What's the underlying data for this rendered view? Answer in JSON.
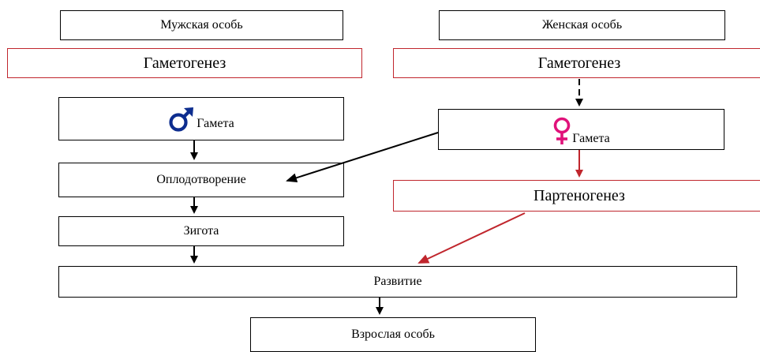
{
  "diagram": {
    "male": {
      "label": "Мужская особь"
    },
    "female": {
      "label": "Женская особь"
    },
    "gametogenesis_male": {
      "label": "Гаметогенез"
    },
    "gametogenesis_female": {
      "label": "Гаметогенез"
    },
    "male_gamete": {
      "label": "Гамета",
      "symbol": "male-symbol-icon",
      "symbol_color": "#0d2d8f"
    },
    "female_gamete": {
      "label": "Гамета",
      "symbol": "female-symbol-icon",
      "symbol_color": "#e0127a"
    },
    "fertilization": {
      "label": "Оплодотворение"
    },
    "parthenogenesis": {
      "label": "Партеногенез"
    },
    "zygote": {
      "label": "Зигота"
    },
    "development": {
      "label": "Развитие"
    },
    "adult": {
      "label": "Взрослая особь"
    },
    "colors": {
      "arrow_black": "#000000",
      "arrow_red": "#c0262d",
      "box_red_border": "#c0262d"
    }
  }
}
